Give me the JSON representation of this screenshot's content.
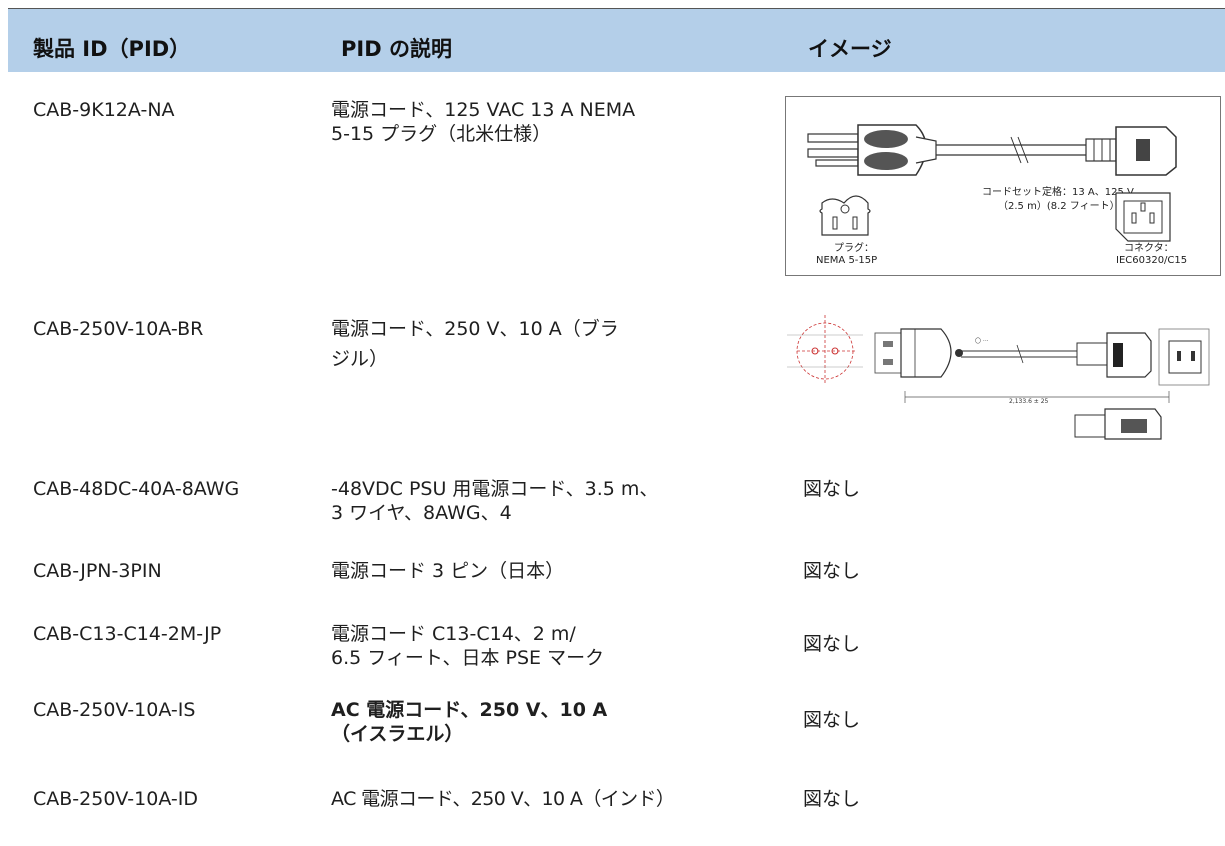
{
  "header": {
    "col_pid": "製品 ID（PID）",
    "col_desc": "PID の説明",
    "col_image": "イメージ"
  },
  "rows": [
    {
      "pid": "CAB-9K12A-NA",
      "desc": [
        "電源コード、125 VAC 13 A NEMA",
        "5-15 プラグ（北米仕様）"
      ],
      "image": "figure"
    },
    {
      "pid": "CAB-250V-10A-BR",
      "desc": [
        "電源コード、250 V、10 A（ブラ",
        "ジル）"
      ],
      "image": "figure"
    },
    {
      "pid": "CAB-48DC-40A-8AWG",
      "desc": [
        "-48VDC PSU 用電源コード、3.5 m、",
        "3 ワイヤ、8AWG、4"
      ],
      "image": "図なし"
    },
    {
      "pid": "CAB-JPN-3PIN",
      "desc": [
        "電源コード 3 ピン（日本）"
      ],
      "image": "図なし"
    },
    {
      "pid": "CAB-C13-C14-2M-JP",
      "desc": [
        "電源コード C13-C14、2 m/",
        "6.5 フィート、日本 PSE マーク"
      ],
      "image": "図なし"
    },
    {
      "pid": "CAB-250V-10A-IS",
      "desc": [
        "AC 電源コード、250 V、10 A",
        "（イスラエル）"
      ],
      "image": "図なし"
    },
    {
      "pid": "CAB-250V-10A-ID",
      "desc": [
        "AC 電源コード、250 V、10 A（インド）"
      ],
      "image": "図なし"
    }
  ],
  "figure1": {
    "rating_line1": "コードセット定格：13 A、125 V",
    "rating_line2": "（2.5 m）(8.2 フィート）",
    "plug_label1": "プラグ：",
    "plug_label2": "NEMA 5-15P",
    "connector_label1": "コネクタ：",
    "connector_label2": "IEC60320/C15"
  },
  "figure2": {
    "length_label": "2,133.6 ± 25"
  }
}
